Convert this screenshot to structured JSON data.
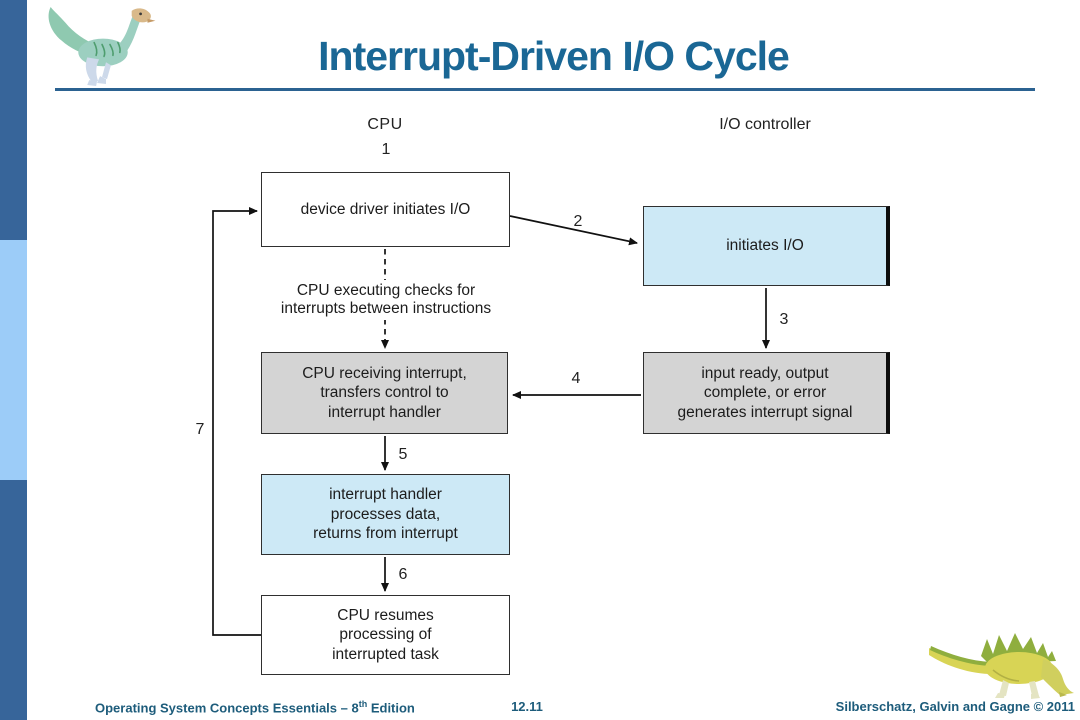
{
  "slide": {
    "title": "Interrupt-Driven I/O Cycle"
  },
  "diagram": {
    "headers": {
      "cpu": "CPU",
      "io_controller": "I/O controller"
    },
    "boxes": [
      {
        "id": "device-driver-initiates-io",
        "text": "device driver initiates I/O",
        "fill": "white"
      },
      {
        "id": "initiates-io",
        "text": "initiates I/O",
        "fill": "light-blue"
      },
      {
        "id": "cpu-receiving-interrupt",
        "text": "CPU receiving interrupt,\ntransfers control to\ninterrupt handler",
        "fill": "gray"
      },
      {
        "id": "input-ready-output-complete",
        "text": "input ready, output\ncomplete, or error\ngenerates interrupt signal",
        "fill": "gray"
      },
      {
        "id": "interrupt-handler-processes",
        "text": "interrupt handler\nprocesses data,\nreturns from interrupt",
        "fill": "light-blue"
      },
      {
        "id": "cpu-resumes",
        "text": "CPU resumes\nprocessing of\ninterrupted task",
        "fill": "white"
      }
    ],
    "float_note": "CPU executing checks for\ninterrupts between instructions",
    "steps": [
      "1",
      "2",
      "3",
      "4",
      "5",
      "6",
      "7"
    ]
  },
  "footer": {
    "book": "Operating System Concepts Essentials – 8",
    "edition_sup": "th",
    "edition_tail": " Edition",
    "page": "12.11",
    "credit": "Silberschatz, Galvin and Gagne © 2011"
  },
  "icons": {
    "top_left_logo": "dinosaur-logo",
    "bottom_right_art": "dinosaur-art"
  },
  "colors": {
    "title_text": "#1a6795",
    "footer_text": "#1d5c7b",
    "sidebar_dark": "#37659a",
    "sidebar_light": "#9cccf8",
    "box_light_blue": "#cde9f6",
    "box_gray": "#d4d4d4",
    "box_white": "#ffffff",
    "line": "#111111",
    "title_rule": "#2b6291"
  }
}
